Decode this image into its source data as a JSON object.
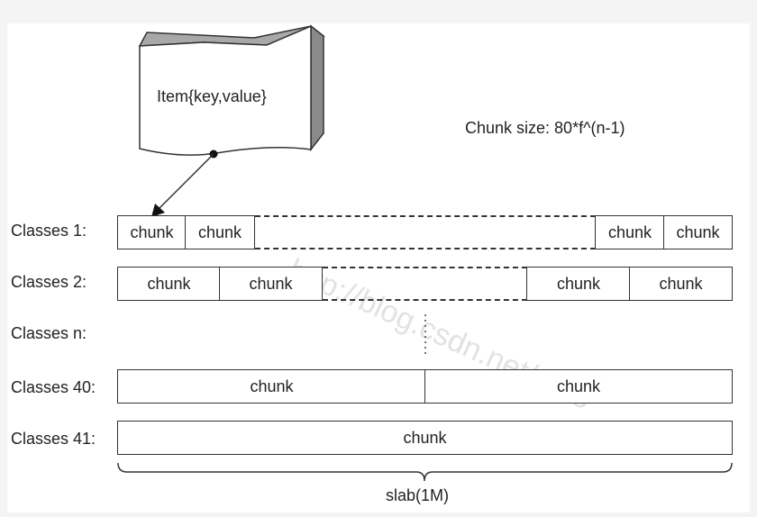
{
  "item_label": "Item{key,value}",
  "formula": "Chunk size: 80*f^(n-1)",
  "watermark": "http://blog.csdn.net/dato",
  "rows": {
    "classes1": {
      "label": "Classes 1:",
      "chunks": [
        "chunk",
        "chunk",
        "chunk",
        "chunk"
      ]
    },
    "classes2": {
      "label": "Classes 2:",
      "chunks": [
        "chunk",
        "chunk",
        "chunk",
        "chunk"
      ]
    },
    "classesn": {
      "label": "Classes n:"
    },
    "classes40": {
      "label": "Classes 40:",
      "chunks": [
        "chunk",
        "chunk"
      ]
    },
    "classes41": {
      "label": "Classes 41:",
      "chunks": [
        "chunk"
      ]
    }
  },
  "brace_label": "slab(1M)",
  "colors": {
    "stroke": "#333333",
    "shape_top": "#a8a8a8",
    "shape_side": "#8c8c8c"
  }
}
